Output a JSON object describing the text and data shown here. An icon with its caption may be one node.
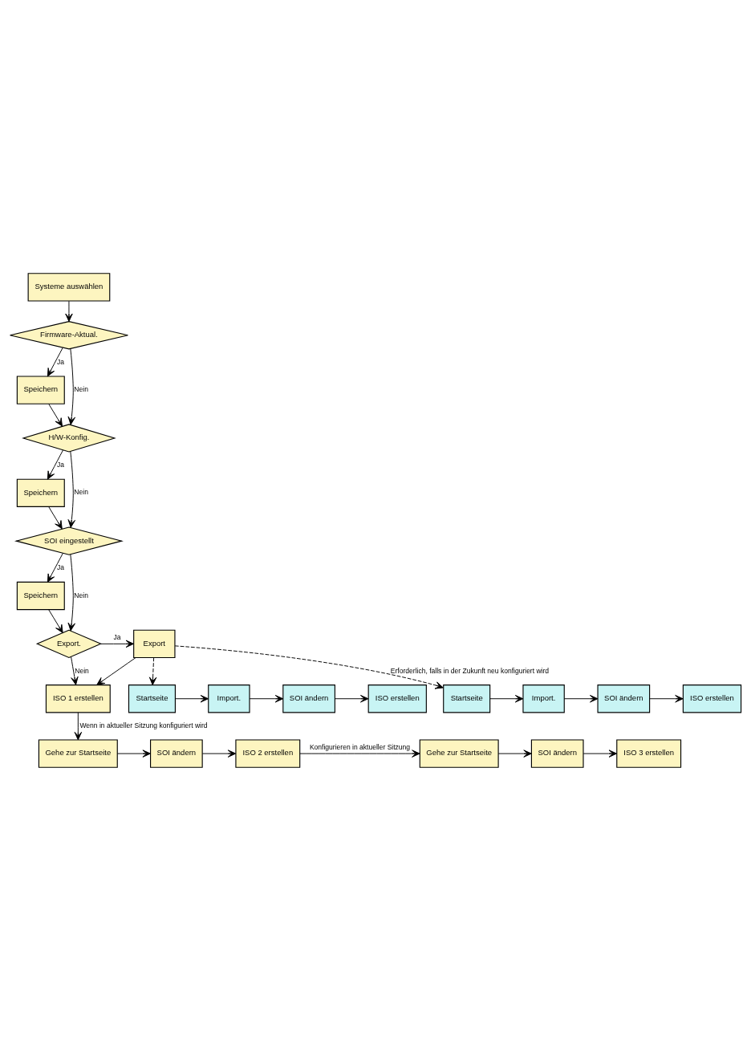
{
  "diagram": {
    "nodes": [
      {
        "text": [
          "Systeme auswählen"
        ]
      },
      {
        "text": [
          "Firmware-Aktual."
        ]
      },
      {
        "text": [
          "Speichern"
        ]
      },
      {
        "text": [
          "H/W-Konfig."
        ]
      },
      {
        "text": [
          "Speichern"
        ]
      },
      {
        "text": [
          "SOI eingestellt"
        ]
      },
      {
        "text": [
          "Speichern"
        ]
      },
      {
        "text": [
          "Export."
        ]
      },
      {
        "text": [
          "Export"
        ]
      },
      {
        "text": [
          "ISO 1 erstellen"
        ]
      },
      {
        "text": [
          "Startseite"
        ]
      },
      {
        "text": [
          "Import."
        ]
      },
      {
        "text": [
          "SOI ändern"
        ]
      },
      {
        "text": [
          "ISO erstellen"
        ]
      },
      {
        "text": [
          "Startseite"
        ]
      },
      {
        "text": [
          "Import."
        ]
      },
      {
        "text": [
          "SOI ändern"
        ]
      },
      {
        "text": [
          "ISO erstellen"
        ]
      },
      {
        "text": [
          "Gehe zur Startseite"
        ]
      },
      {
        "text": [
          "SOI ändern"
        ]
      },
      {
        "text": [
          "ISO 2 erstellen"
        ]
      },
      {
        "text": [
          "Gehe zur Startseite"
        ]
      },
      {
        "text": [
          "SOI ändern"
        ]
      },
      {
        "text": [
          "ISO 3 erstellen"
        ]
      }
    ],
    "edges": [
      {
        "from": 0,
        "to": 1,
        "arrow": "to"
      },
      {
        "from": 1,
        "to": 2,
        "arrow": "to",
        "label": "Ja"
      },
      {
        "from": 1,
        "to": 3,
        "arrow": "to",
        "label": "Nein"
      },
      {
        "from": 2,
        "to": 3,
        "arrow": "to"
      },
      {
        "from": 3,
        "to": 4,
        "arrow": "to",
        "label": "Ja"
      },
      {
        "from": 3,
        "to": 5,
        "arrow": "to",
        "label": "Nein"
      },
      {
        "from": 4,
        "to": 5,
        "arrow": "to"
      },
      {
        "from": 5,
        "to": 6,
        "arrow": "to",
        "label": "Ja"
      },
      {
        "from": 5,
        "to": 7,
        "arrow": "to",
        "label": "Nein"
      },
      {
        "from": 6,
        "to": 7,
        "arrow": "to"
      },
      {
        "from": 7,
        "to": 9,
        "arrow": "to",
        "label": "Nein"
      },
      {
        "from": 7,
        "to": 8,
        "arrow": "to",
        "label": "Ja"
      },
      {
        "from": 8,
        "to": 9,
        "arrow": "to"
      },
      {
        "from": 8,
        "to": 10,
        "arrow": "to",
        "style": "dashed"
      },
      {
        "from": 8,
        "to": 14,
        "arrow": "to",
        "style": "dashed",
        "label": "Erforderlich, falls in der Zukunft neu konfiguriert wird"
      },
      {
        "from": 10,
        "to": 11,
        "arrow": "to"
      },
      {
        "from": 11,
        "to": 12,
        "arrow": "to"
      },
      {
        "from": 12,
        "to": 13,
        "arrow": "to"
      },
      {
        "from": 14,
        "to": 15,
        "arrow": "to"
      },
      {
        "from": 15,
        "to": 16,
        "arrow": "to"
      },
      {
        "from": 16,
        "to": 17,
        "arrow": "to"
      },
      {
        "from": 9,
        "to": 18,
        "arrow": "to",
        "label": "Wenn in aktueller Sitzung konfiguriert wird"
      },
      {
        "from": 18,
        "to": 19,
        "arrow": "to"
      },
      {
        "from": 19,
        "to": 20,
        "arrow": "to"
      },
      {
        "from": 20,
        "to": 21,
        "arrow": "to",
        "label": "Konfigurieren in aktueller Sitzung"
      },
      {
        "from": 21,
        "to": 22,
        "arrow": "to"
      },
      {
        "from": 22,
        "to": 23,
        "arrow": "to"
      }
    ]
  }
}
